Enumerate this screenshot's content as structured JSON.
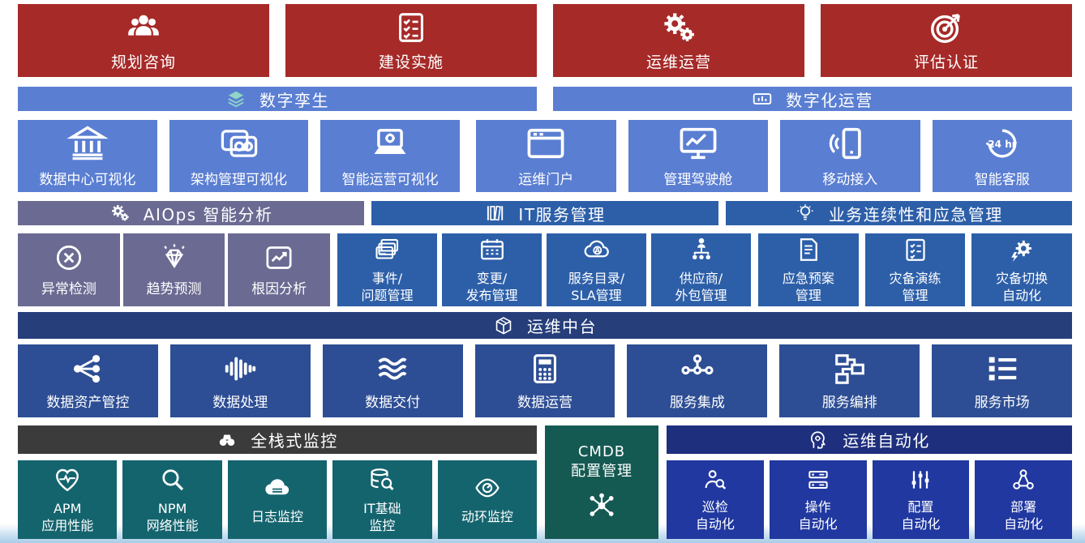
{
  "phases": [
    {
      "label": "规划咨询",
      "icon": "team"
    },
    {
      "label": "建设实施",
      "icon": "checklist"
    },
    {
      "label": "运维运营",
      "icon": "gears"
    },
    {
      "label": "评估认证",
      "icon": "target"
    }
  ],
  "viz": {
    "twin_header": {
      "label": "数字孪生",
      "icon": "layers"
    },
    "ops_header": {
      "label": "数字化运营",
      "icon": "bar-device"
    },
    "twin_items": [
      {
        "label": "数据中心可视化",
        "icon": "bank"
      },
      {
        "label": "架构管理可视化",
        "icon": "cards-eyes"
      },
      {
        "label": "智能运营可视化",
        "icon": "laptop-gear"
      }
    ],
    "ops_items": [
      {
        "label": "运维门户",
        "icon": "browser"
      },
      {
        "label": "管理驾驶舱",
        "icon": "monitor-chart"
      },
      {
        "label": "移动接入",
        "icon": "phone-signal"
      },
      {
        "label": "智能客服",
        "icon": "service-24h"
      }
    ]
  },
  "aiops": {
    "header": {
      "label": "AIOps 智能分析",
      "icon": "gears"
    },
    "items": [
      {
        "label": "异常检测",
        "icon": "x-circle"
      },
      {
        "label": "趋势预测",
        "icon": "diamond-spark"
      },
      {
        "label": "根因分析",
        "icon": "chart-line"
      }
    ]
  },
  "itsm": {
    "header": {
      "label": "IT服务管理",
      "icon": "books"
    },
    "items": [
      {
        "label": "事件/\n问题管理",
        "icon": "cards-stack"
      },
      {
        "label": "变更/\n发布管理",
        "icon": "calendar"
      },
      {
        "label": "服务目录/\nSLA管理",
        "icon": "cloud-a"
      },
      {
        "label": "供应商/\n外包管理",
        "icon": "org-tree"
      }
    ]
  },
  "continuity": {
    "header": {
      "label": "业务连续性和应急管理",
      "icon": "bulb"
    },
    "items": [
      {
        "label": "应急预案\n管理",
        "icon": "doc-lines"
      },
      {
        "label": "灾备演练\n管理",
        "icon": "clipboard-check"
      },
      {
        "label": "灾备切换\n自动化",
        "icon": "gear-bolt"
      }
    ]
  },
  "middle": {
    "header": {
      "label": "运维中台",
      "icon": "cube"
    },
    "items": [
      {
        "label": "数据资产管控",
        "icon": "share-nodes"
      },
      {
        "label": "数据处理",
        "icon": "waveform"
      },
      {
        "label": "数据交付",
        "icon": "waves"
      },
      {
        "label": "数据运营",
        "icon": "calculator"
      },
      {
        "label": "服务集成",
        "icon": "nodes-link"
      },
      {
        "label": "服务编排",
        "icon": "flow-boxes"
      },
      {
        "label": "服务市场",
        "icon": "list-items"
      }
    ]
  },
  "monitoring": {
    "header": {
      "label": "全栈式监控",
      "icon": "binoculars"
    },
    "items": [
      {
        "label": "APM\n应用性能",
        "icon": "heart-pulse"
      },
      {
        "label": "NPM\n网络性能",
        "icon": "magnifier"
      },
      {
        "label": "日志监控",
        "icon": "cloud-disk"
      },
      {
        "label": "IT基础\n监控",
        "icon": "db-magnifier"
      },
      {
        "label": "动环监控",
        "icon": "gauge"
      }
    ]
  },
  "cmdb": {
    "label": "CMDB\n配置管理",
    "icon": "network-star"
  },
  "automation": {
    "header": {
      "label": "运维自动化",
      "icon": "head-gear"
    },
    "items": [
      {
        "label": "巡检\n自动化",
        "icon": "person-magnifier"
      },
      {
        "label": "操作\n自动化",
        "icon": "server-stack"
      },
      {
        "label": "配置\n自动化",
        "icon": "sliders"
      },
      {
        "label": "部署\n自动化",
        "icon": "deploy-nodes"
      }
    ]
  },
  "icon_texts": {
    "smart_service": "24 hr",
    "sla_badge": "A"
  },
  "colors": {
    "phase_red": "#A62A28",
    "viz_blue": "#5A7ED2",
    "aiops_purple": "#6A6A92",
    "itsm_blue": "#2D5FA9",
    "middle_bar_navy": "#263E7A",
    "middle_block_blue": "#2D4E94",
    "monitor_bar_gray": "#3B3B3B",
    "monitor_teal": "#14646E",
    "cmdb_green": "#155A52",
    "automation_bar_navy": "#1E2F7D",
    "automation_blue": "#2038A0",
    "text_white": "#FFFFFF"
  }
}
